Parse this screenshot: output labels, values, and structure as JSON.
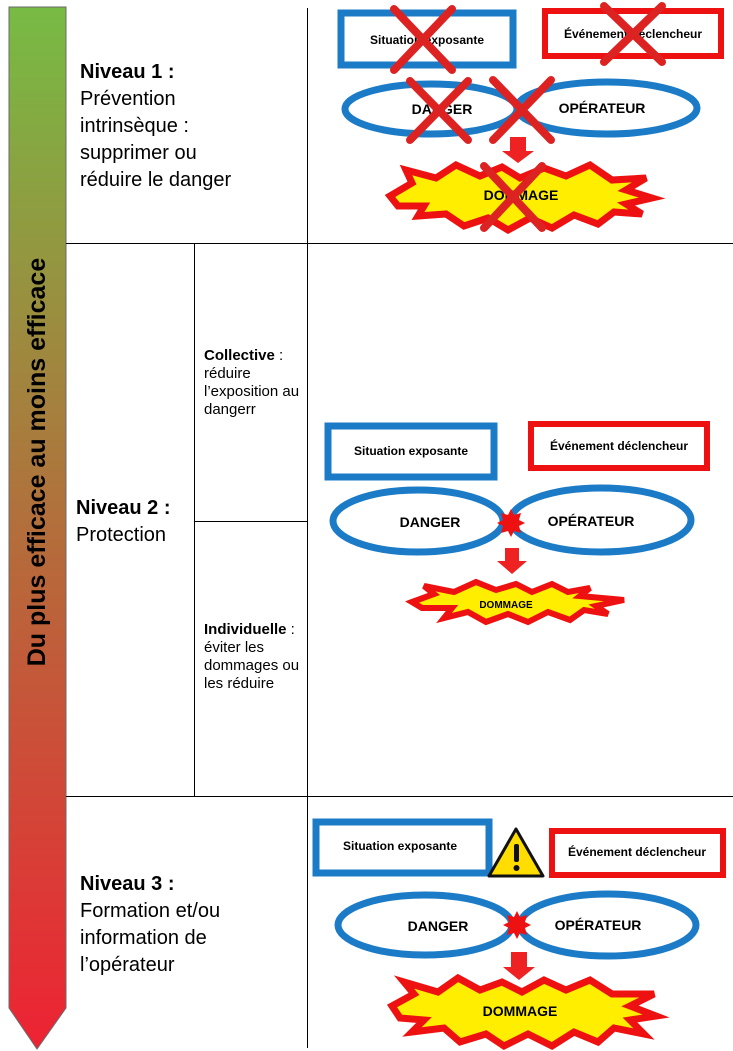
{
  "side_arrow": {
    "label": "Du plus efficace au moins efficace",
    "colors": {
      "top": "#77bb44",
      "bottom": "#ee2233"
    }
  },
  "levels": [
    {
      "title": "Niveau 1 :",
      "description": "Prévention\nintrinsèque :\nsupprimer ou\nréduire le danger"
    },
    {
      "title": "Niveau 2 :",
      "description": "Protection"
    },
    {
      "title": "Niveau 3 :",
      "description": "Formation et/ou\ninformation de\nl’opérateur"
    }
  ],
  "protection_types": [
    {
      "name": "Collective",
      "sep": " :",
      "description": "réduire l’exposition au dangerr"
    },
    {
      "name": "Individuelle",
      "sep": " :",
      "description": "éviter les dommages ou les réduire"
    }
  ],
  "diagram_labels": {
    "situation": "Situation exposante",
    "event": "Événement déclencheur",
    "danger": "DANGER",
    "operator": "OPÉRATEUR",
    "damage": "DOMMAGE"
  },
  "colors": {
    "blue": "#1b7bc6",
    "red": "#ee1111",
    "cross": "#dd2222",
    "burst_fill": "#ffee00",
    "arrow": "#ee2222",
    "warning": "#ffdd00"
  }
}
